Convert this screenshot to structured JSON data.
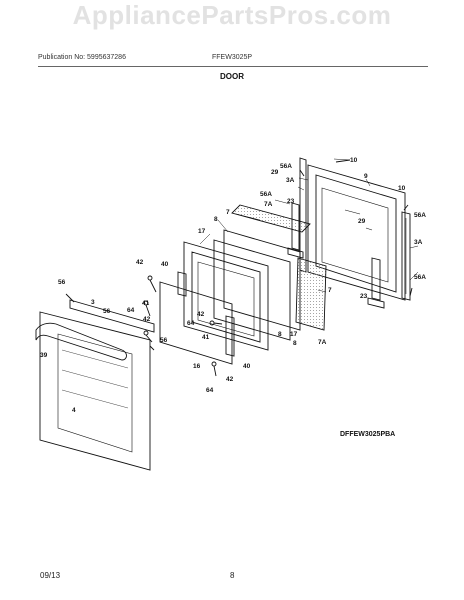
{
  "watermark": "AppliancePartsPros.com",
  "header": {
    "publication": "Publication No: 5995637286",
    "model": "FFEW3025P"
  },
  "title": "DOOR",
  "diagram_code": "DFFEW3025PBA",
  "footer": {
    "date": "09/13",
    "page": "8"
  },
  "callouts": {
    "c10a": "10",
    "c29a": "29",
    "c56a1": "56A",
    "c3a1": "3A",
    "c9": "9",
    "c10b": "10",
    "c56a2": "56A",
    "c23a": "23",
    "c7a1": "7A",
    "c7": "7",
    "c8a": "8",
    "c29b": "29",
    "c56a3": "56A",
    "c3a2": "3A",
    "c56a4": "56A",
    "c17a": "17",
    "c42a": "42",
    "c40a": "40",
    "c56a": "56",
    "c3": "3",
    "c41a": "41",
    "c56b": "56",
    "c64a": "64",
    "c42b": "42",
    "c56c": "56",
    "c39": "39",
    "c4": "4",
    "c42c": "42",
    "c64b": "64",
    "c41b": "41",
    "c16": "16",
    "c8b": "8",
    "c17b": "17",
    "c40b": "40",
    "c7b": "7",
    "c8c": "8",
    "c7a2": "7A",
    "c23b": "23",
    "c42d": "42",
    "c64c": "64"
  }
}
